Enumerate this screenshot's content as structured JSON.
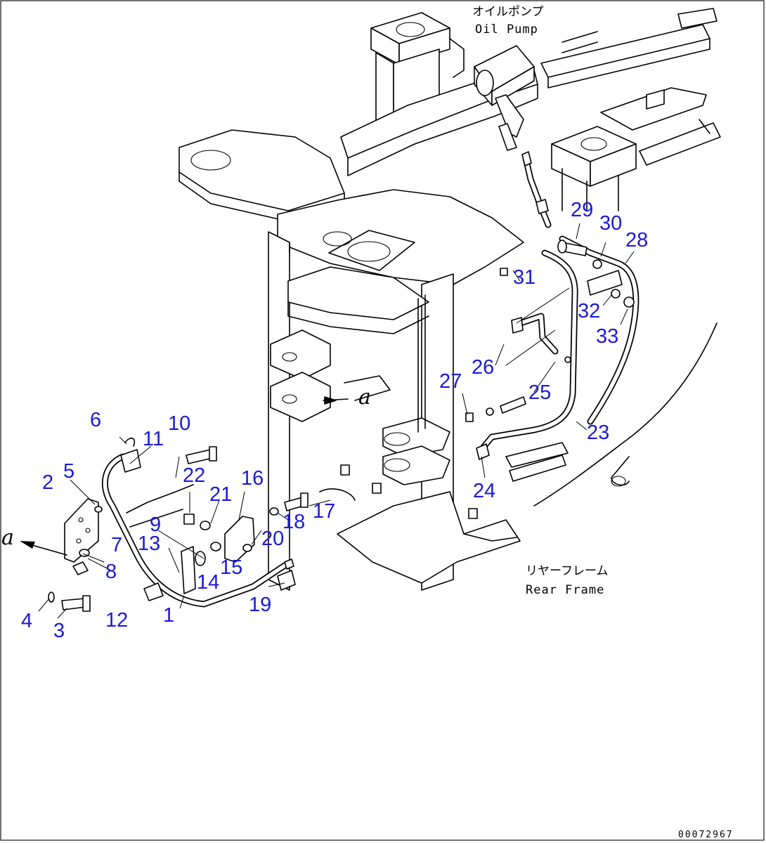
{
  "labels": {
    "oil_pump_jp": "オイルポンプ",
    "oil_pump_en": "Oil Pump",
    "rear_frame_jp": "リヤーフレーム",
    "rear_frame_en": "Rear Frame",
    "view_arrow": "a",
    "view_arrow_detail": "a",
    "drawing_number": "00072967"
  },
  "callouts": [
    "1",
    "2",
    "3",
    "4",
    "5",
    "6",
    "7",
    "8",
    "9",
    "10",
    "11",
    "12",
    "13",
    "14",
    "15",
    "16",
    "17",
    "18",
    "19",
    "20",
    "21",
    "22",
    "23",
    "24",
    "25",
    "26",
    "27",
    "28",
    "29",
    "30",
    "31",
    "32",
    "33"
  ],
  "colors": {
    "callout": "#1a1ad8",
    "line": "#000000",
    "background": "#ffffff"
  }
}
